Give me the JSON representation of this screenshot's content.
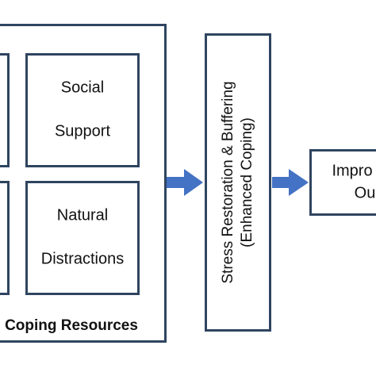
{
  "diagram": {
    "coping_resources_label": "Coping Resources",
    "social_support": [
      "Social",
      "Support"
    ],
    "natural_distractions": [
      "Natural",
      "Distractions"
    ],
    "stress_restoration": [
      "Stress Restoration & Buffering",
      "(Enhanced Coping)"
    ],
    "improved_outcomes": [
      "Impro",
      "Ou"
    ],
    "colors": {
      "box_border": "#2f4560",
      "arrow": "#4472c4"
    }
  }
}
